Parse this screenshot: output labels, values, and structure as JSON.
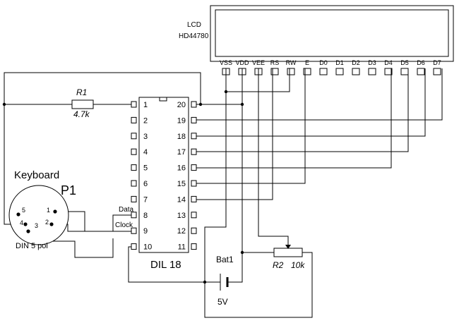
{
  "lcd": {
    "title": "LCD",
    "model": "HD44780",
    "pins": [
      "VSS",
      "VDD",
      "VEE",
      "RS",
      "RW",
      "E",
      "D0",
      "D1",
      "D2",
      "D3",
      "D4",
      "D5",
      "D6",
      "D7"
    ]
  },
  "chip": {
    "label": "DIL 18",
    "left_pins": [
      "1",
      "2",
      "3",
      "4",
      "5",
      "6",
      "7",
      "8",
      "9",
      "10"
    ],
    "right_pins": [
      "20",
      "19",
      "18",
      "17",
      "16",
      "15",
      "14",
      "13",
      "12",
      "11"
    ],
    "data_label": "Data",
    "clock_label": "Clock"
  },
  "resistor_r1": {
    "name": "R1",
    "value": "4.7k"
  },
  "resistor_r2": {
    "name": "R2",
    "value": "10k"
  },
  "battery": {
    "name": "Bat1",
    "value": "5V"
  },
  "keyboard": {
    "title": "Keyboard",
    "ref": "P1",
    "connector": "DIN 5 pol",
    "pins": [
      "5",
      "1",
      "4",
      "2",
      "3"
    ]
  }
}
